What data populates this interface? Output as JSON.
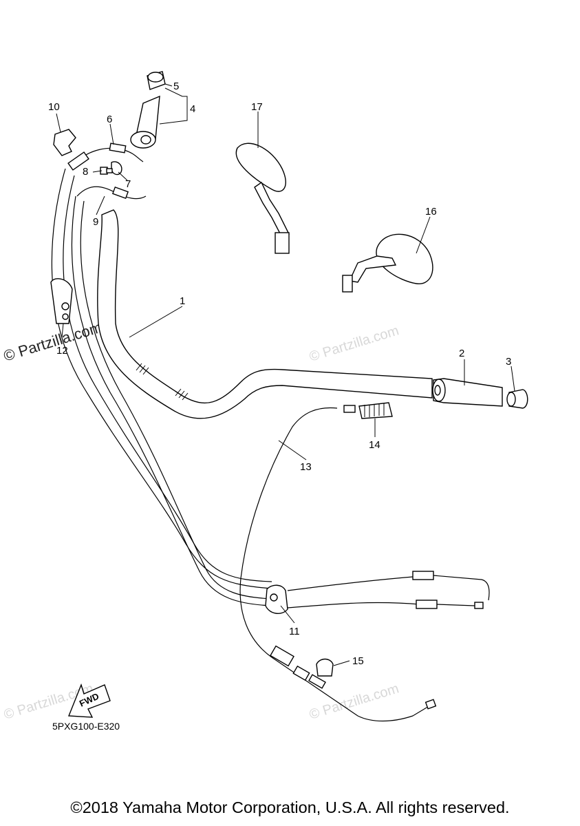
{
  "diagram": {
    "part_numbers": [
      "1",
      "2",
      "3",
      "4",
      "5",
      "6",
      "7",
      "8",
      "9",
      "10",
      "11",
      "12",
      "13",
      "14",
      "15",
      "16",
      "17"
    ],
    "drawing_code": "5PXG100-E320",
    "fwd_arrow_text": "FWD",
    "watermark_text": "© Partzilla.com",
    "copyright": "©2018 Yamaha Motor Corporation, U.S.A. All rights reserved."
  }
}
